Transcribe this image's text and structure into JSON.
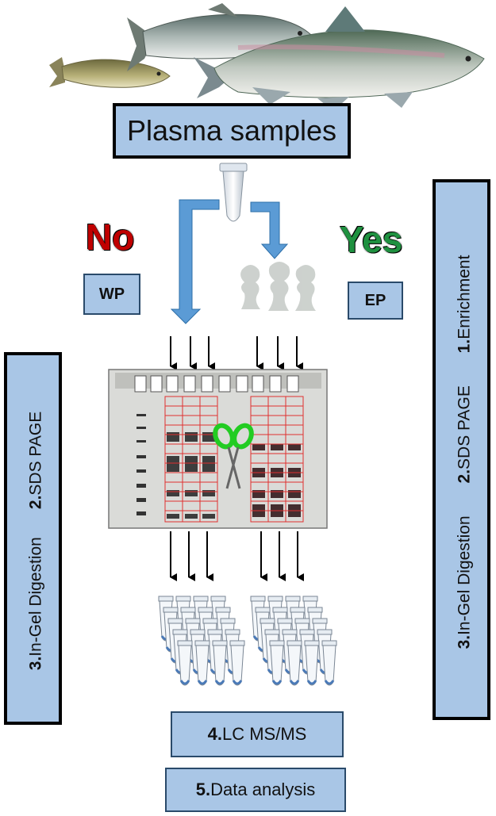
{
  "title": "Plasma samples",
  "branch_no": "No",
  "branch_yes": "Yes",
  "left_tag": "WP",
  "right_tag": "EP",
  "left_steps": [
    {
      "num": "3.",
      "text": "In-Gel Digestion"
    },
    {
      "num": "2.",
      "text": "SDS PAGE"
    }
  ],
  "right_steps": [
    {
      "num": "3.",
      "text": "In-Gel Digestion"
    },
    {
      "num": "2.",
      "text": "SDS PAGE"
    },
    {
      "num": "1.",
      "text": "Enrichment"
    }
  ],
  "step4": {
    "num": "4.",
    "text": "LC MS/MS"
  },
  "step5": {
    "num": "5.",
    "text": "Data analysis"
  },
  "colors": {
    "box_fill": "#a9c6e6",
    "arrow_blue": "#5b9bd5",
    "no_red": "#c00000",
    "yes_green": "#1f9140",
    "scissors_green": "#22cc22",
    "grid_red": "#e03030"
  },
  "icons": [
    "fish-icon",
    "tube-icon",
    "scissors-icon",
    "gel-icon",
    "tube-rack-icon"
  ]
}
